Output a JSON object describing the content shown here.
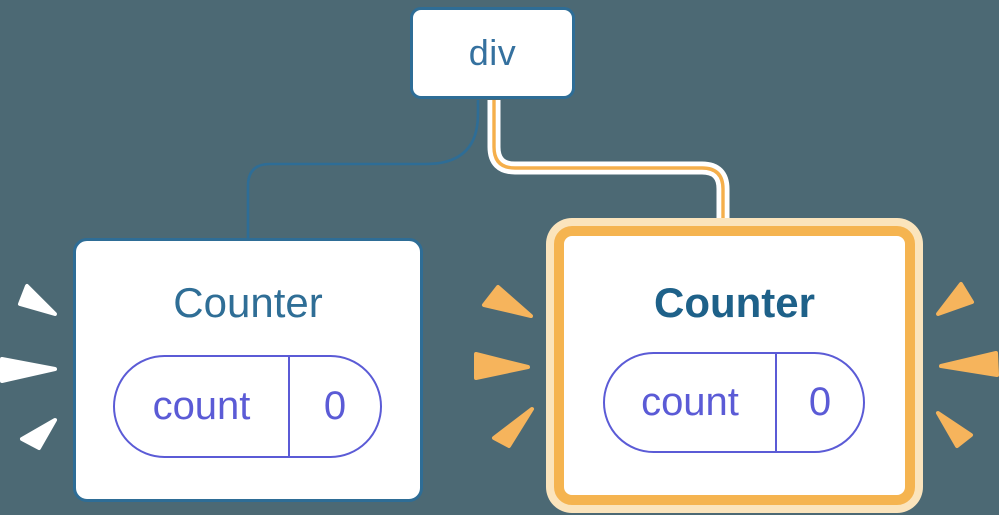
{
  "diagram": {
    "description": "React component tree diagram: a div root with two Counter children holding count state; the right Counter is highlighted",
    "background_color": "#4C6974",
    "colors": {
      "node_border_blue": "#2E6D96",
      "node_text_blue": "#2F6E96",
      "highlight_border_orange": "#F5B450",
      "highlight_glow_cream": "#FBE4BC",
      "state_pill_purple": "#5B5BD6",
      "edge_blue": "#2E6D96",
      "edge_highlight_orange": "#F5AF4B",
      "burst_left_color": "#FFFFFF",
      "burst_right_color": "#F6B45C"
    },
    "tree": {
      "root": {
        "label": "div"
      },
      "children": [
        {
          "label": "Counter",
          "highlighted": false,
          "state": {
            "key": "count",
            "value": "0"
          }
        },
        {
          "label": "Counter",
          "highlighted": true,
          "state": {
            "key": "count",
            "value": "0"
          }
        }
      ]
    }
  }
}
